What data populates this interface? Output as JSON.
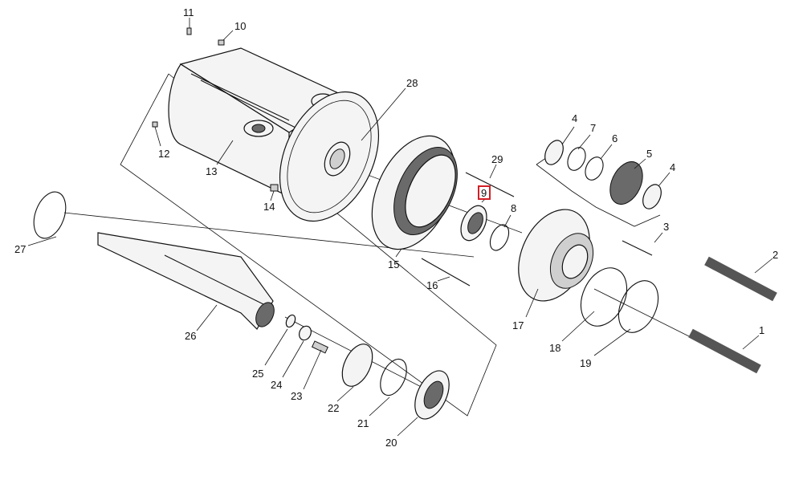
{
  "diagram": {
    "highlight_color": "#d21f26",
    "highlighted_label": "9",
    "callouts": [
      "1",
      "2",
      "3",
      "4",
      "4",
      "5",
      "6",
      "7",
      "8",
      "9",
      "10",
      "11",
      "12",
      "13",
      "14",
      "15",
      "16",
      "17",
      "18",
      "19",
      "20",
      "21",
      "22",
      "23",
      "24",
      "25",
      "26",
      "27",
      "28",
      "29"
    ]
  }
}
